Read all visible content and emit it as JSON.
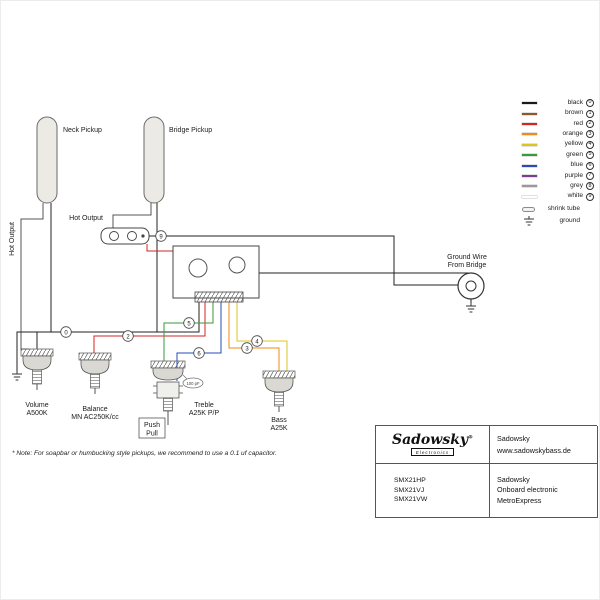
{
  "page": {
    "background": "#ffffff"
  },
  "legend": {
    "items": [
      {
        "label": "black",
        "num": "0",
        "color": "#1a1a1a"
      },
      {
        "label": "brown",
        "num": "1",
        "color": "#8a5a2b"
      },
      {
        "label": "red",
        "num": "2",
        "color": "#d42424"
      },
      {
        "label": "orange",
        "num": "3",
        "color": "#f08a18"
      },
      {
        "label": "yellow",
        "num": "4",
        "color": "#ddc51c"
      },
      {
        "label": "green",
        "num": "5",
        "color": "#3a9a3a"
      },
      {
        "label": "blue",
        "num": "6",
        "color": "#2a4ab8"
      },
      {
        "label": "purple",
        "num": "7",
        "color": "#7a3d8f"
      },
      {
        "label": "grey",
        "num": "8",
        "color": "#9a9a9a"
      },
      {
        "label": "white",
        "num": "9",
        "color": "#ffffff"
      }
    ],
    "shrink_tube_label": "shrink tube",
    "ground_label": "ground"
  },
  "labels": {
    "neck_pickup": "Neck Pickup",
    "bridge_pickup": "Bridge Pickup",
    "hot_output_left": "Hot Output",
    "hot_output_mid": "Hot Output",
    "ground_wire_line1": "Ground Wire",
    "ground_wire_line2": "From Bridge",
    "volume_line1": "Volume",
    "volume_line2": "A500K",
    "balance_line1": "Balance",
    "balance_line2": "MN AC250K/cc",
    "treble_line1": "Treble",
    "treble_line2": "A25K P/P",
    "push_line1": "Push",
    "push_line2": "Pull",
    "bass_line1": "Bass",
    "bass_line2": "A25K",
    "capacitor": "100 pF",
    "note": "* Note: For soapbar or humbucking style pickups, we recommend to use a 0.1 uf capacitor."
  },
  "badges": [
    "9",
    "0",
    "2",
    "5",
    "6",
    "3",
    "4"
  ],
  "title_block": {
    "logo_text": "Sadowsky",
    "logo_reg": "®",
    "logo_sub": "Electronics",
    "brand_name": "Sadowsky",
    "brand_url": "www.sadowskybass.de",
    "models": "SMX21HP\nSMX21VJ\nSMX21VW",
    "product": "Sadowsky\nOnboard electronic\nMetroExpress"
  }
}
